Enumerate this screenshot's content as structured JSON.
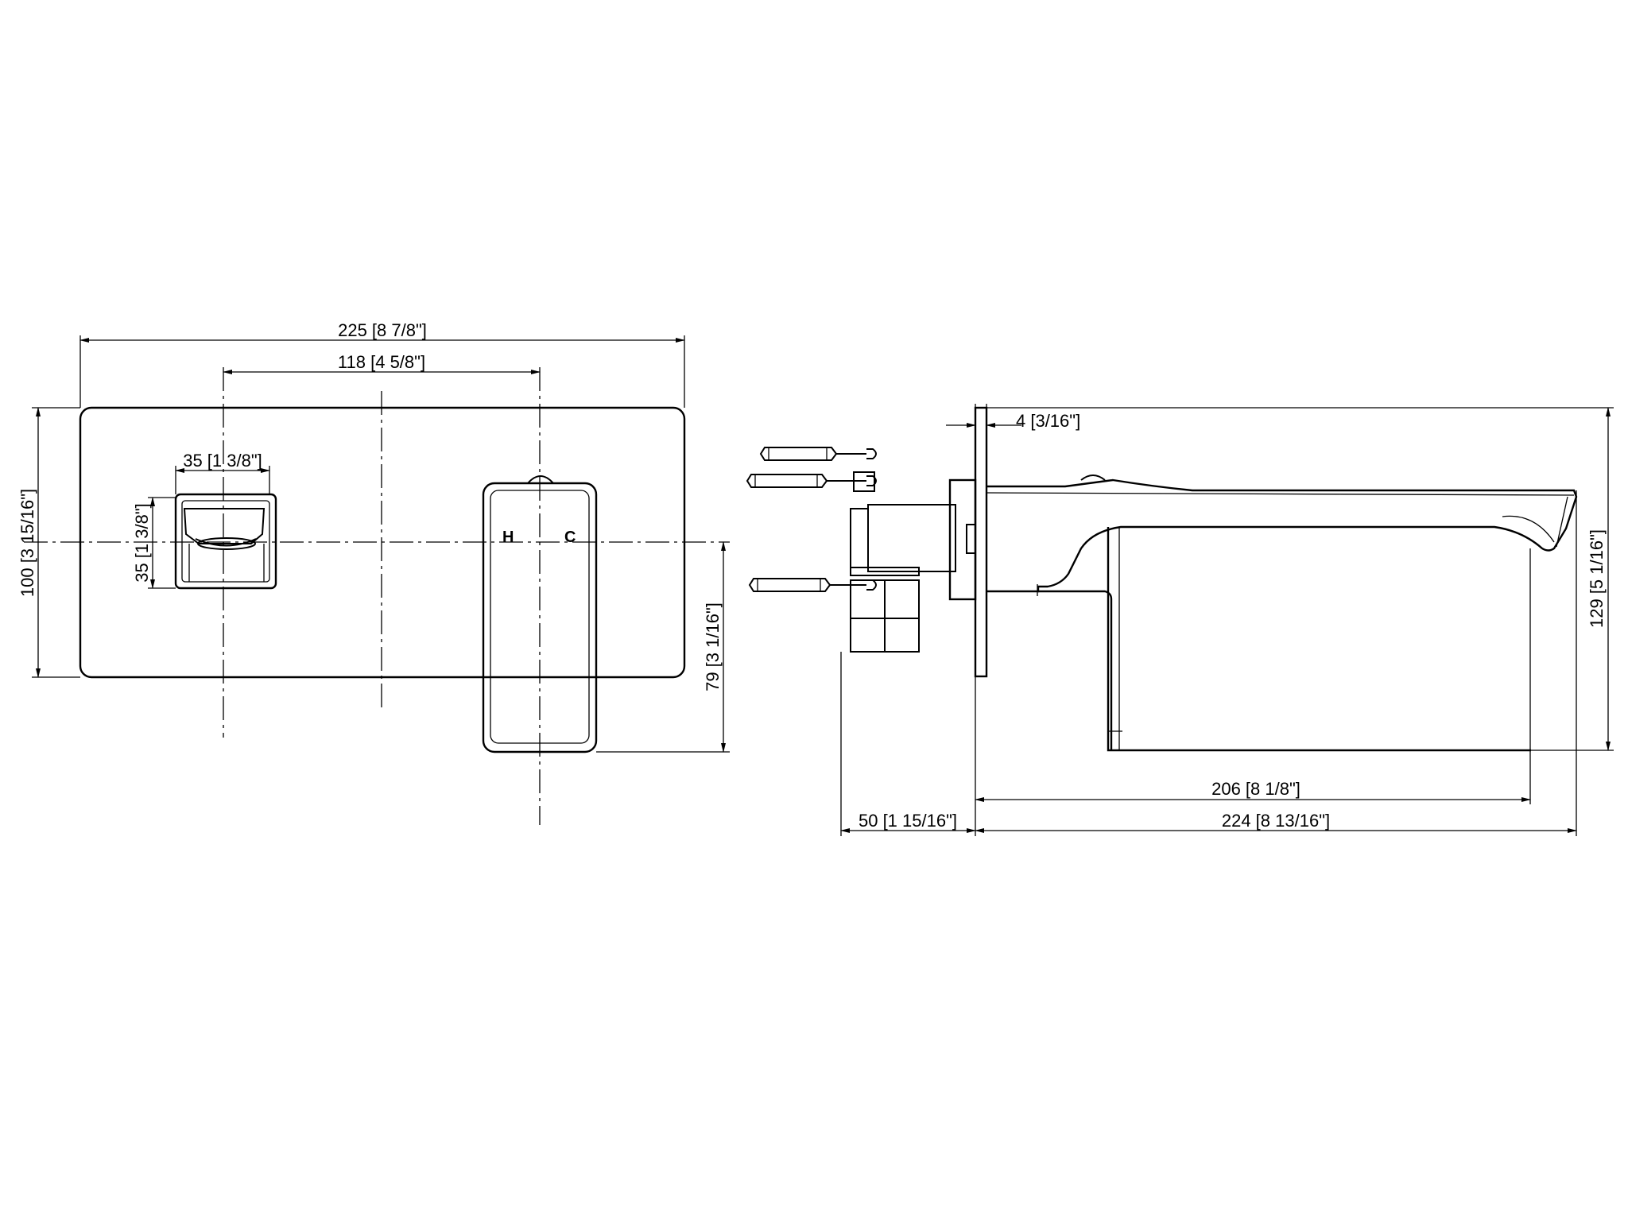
{
  "front_view": {
    "dim_overall_width": "225 [8 7/8\"]",
    "dim_centers": "118 [4 5/8\"]",
    "dim_spout_width": "35 [1 3/8\"]",
    "dim_spout_height": "35 [1 3/8\"]",
    "dim_plate_height": "100 [3 15/16\"]",
    "dim_handle_drop": "79 [3 1/16\"]",
    "hot_label": "H",
    "cold_label": "C"
  },
  "side_view": {
    "dim_plate_thickness": "4 [3/16\"]",
    "dim_total_height": "129 [5 1/16\"]",
    "dim_spout_reach": "206 [8 1/8\"]",
    "dim_rough_depth": "50 [1 15/16\"]",
    "dim_total_projection": "224 [8 13/16\"]"
  }
}
